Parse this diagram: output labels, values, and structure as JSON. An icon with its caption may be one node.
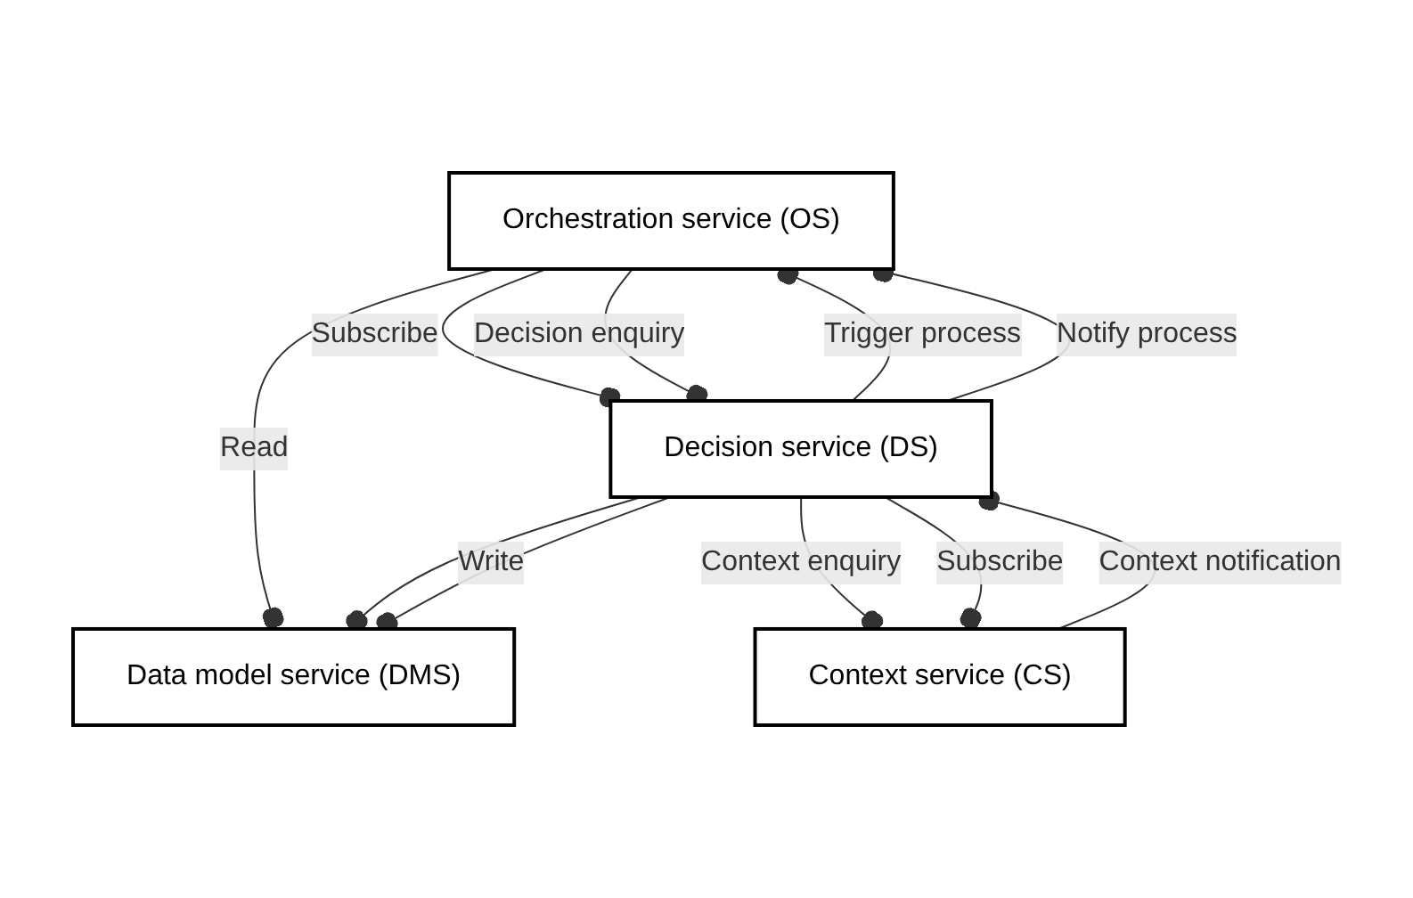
{
  "diagram": {
    "nodes": [
      {
        "text": [
          "Orchestration service (OS)"
        ]
      },
      {
        "text": [
          "Decision service (DS)"
        ]
      },
      {
        "text": [
          "Data model service (DMS)"
        ]
      },
      {
        "text": [
          "Context service (CS)"
        ]
      }
    ],
    "edges": [
      {
        "from": 1,
        "to": 0,
        "arrow": "other",
        "label": "Trigger process"
      },
      {
        "from": 1,
        "to": 0,
        "arrow": "other",
        "label": "Notify process"
      },
      {
        "from": 0,
        "to": 1,
        "arrow": "other",
        "label": "Subscribe"
      },
      {
        "from": 0,
        "to": 1,
        "arrow": "other",
        "label": "Decision enquiry"
      },
      {
        "from": 0,
        "to": 2,
        "arrow": "other",
        "label": "Read"
      },
      {
        "from": 1,
        "to": 2,
        "arrow": "other"
      },
      {
        "from": 1,
        "to": 2,
        "arrow": "other",
        "label": "Write"
      },
      {
        "from": 1,
        "to": 3,
        "arrow": "other",
        "label": "Context enquiry"
      },
      {
        "from": 1,
        "to": 3,
        "arrow": "other",
        "label": "Subscribe"
      },
      {
        "from": 3,
        "to": 1,
        "arrow": "other",
        "label": "Context notification"
      }
    ]
  }
}
